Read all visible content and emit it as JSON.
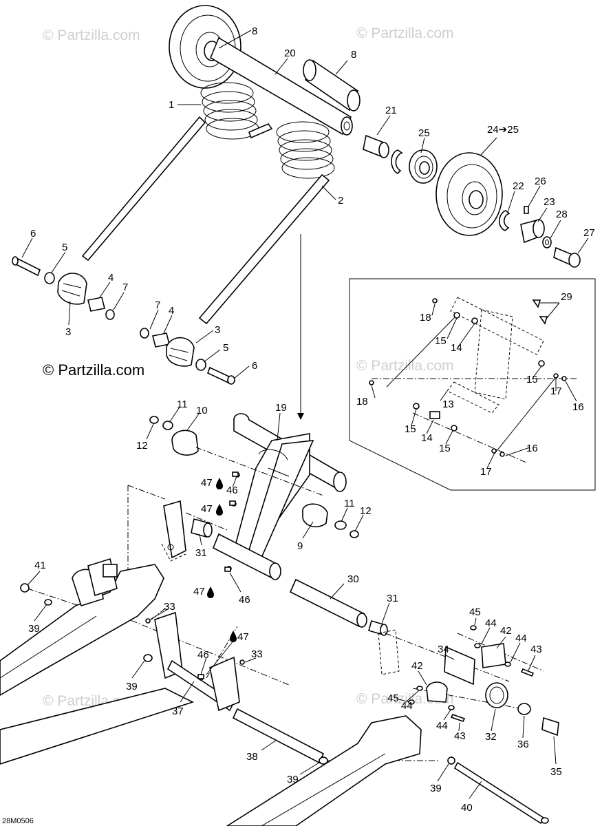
{
  "watermarks": {
    "light": "© Partzilla.com",
    "dark": "© Partzilla.com"
  },
  "drawing_code": "28M0506",
  "labels": {
    "l1": "1",
    "l2": "2",
    "l3a": "3",
    "l3b": "3",
    "l4a": "4",
    "l4b": "4",
    "l5a": "5",
    "l5b": "5",
    "l6a": "6",
    "l6b": "6",
    "l7a": "7",
    "l7b": "7",
    "l8a": "8",
    "l8b": "8",
    "l9": "9",
    "l10": "10",
    "l11a": "11",
    "l11b": "11",
    "l12a": "12",
    "l12b": "12",
    "l13": "13",
    "l14a": "14",
    "l14b": "14",
    "l15a": "15",
    "l15b": "15",
    "l15c": "15",
    "l15d": "15",
    "l16a": "16",
    "l16b": "16",
    "l17a": "17",
    "l17b": "17",
    "l18a": "18",
    "l18b": "18",
    "l19": "19",
    "l20": "20",
    "l21": "21",
    "l22": "22",
    "l23": "23",
    "l24": "24➔25",
    "l25": "25",
    "l26": "26",
    "l27": "27",
    "l28": "28",
    "l29": "29",
    "l30": "30",
    "l31a": "31",
    "l31b": "31",
    "l32": "32",
    "l33a": "33",
    "l33b": "33",
    "l34": "34",
    "l35": "35",
    "l36": "36",
    "l37": "37",
    "l38": "38",
    "l39a": "39",
    "l39b": "39",
    "l39c": "39",
    "l39d": "39",
    "l40": "40",
    "l41": "41",
    "l42a": "42",
    "l42b": "42",
    "l43a": "43",
    "l43b": "43",
    "l44a": "44",
    "l44b": "44",
    "l44c": "44",
    "l44d": "44",
    "l45a": "45",
    "l45b": "45",
    "l46a": "46",
    "l46b": "46",
    "l46c": "46",
    "l47a": "47",
    "l47b": "47",
    "l47c": "47",
    "l47d": "47"
  }
}
